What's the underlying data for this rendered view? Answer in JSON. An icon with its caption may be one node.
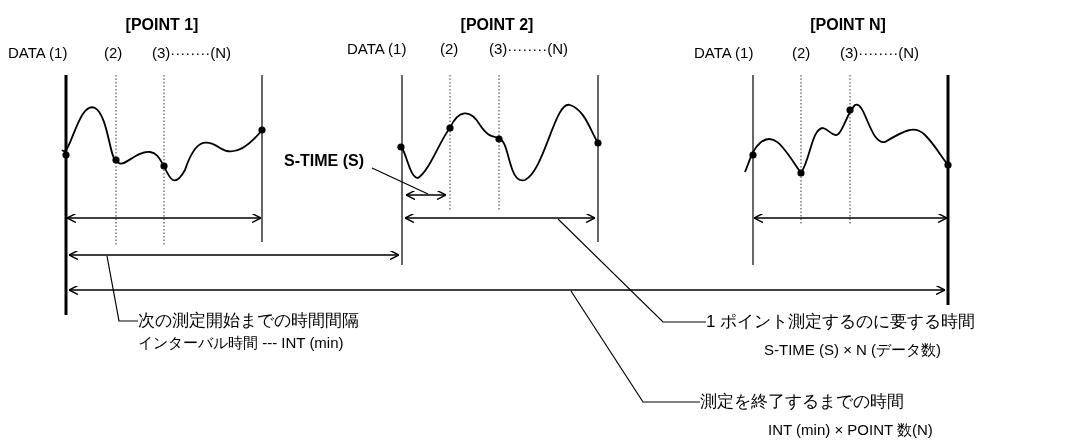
{
  "diagram": {
    "nodes": [
      {
        "text": [
          "S-TIME (S)"
        ]
      },
      {
        "text": [
          "次の測定開始までの時間間隔",
          "インターバル時間 --- INT (min)"
        ]
      },
      {
        "text": [
          "1 ポイント測定するのに要する時間",
          "S-TIME (S) × N (データ数)"
        ]
      },
      {
        "text": [
          "測定を終了するまでの時間",
          "INT (min) × POINT 数(N)"
        ]
      },
      {
        "text": [],
        "shape": "line"
      },
      {
        "text": [],
        "shape": "line"
      },
      {
        "text": [],
        "shape": "line"
      },
      {
        "text": [],
        "shape": "line"
      }
    ],
    "edges": [
      {
        "from": 0,
        "to": 4,
        "arrow": "none"
      },
      {
        "from": 1,
        "to": 6,
        "arrow": "none"
      },
      {
        "from": 2,
        "to": 5,
        "arrow": "none"
      },
      {
        "from": 3,
        "to": 7,
        "arrow": "none"
      }
    ],
    "labels": [
      "[POINT 1]",
      "[POINT 2]",
      "[POINT N]",
      "DATA (1)",
      "(2)",
      "(3)········(N)",
      "DATA (1)",
      "(2)",
      "(3)········(N)",
      "DATA (1)",
      "(2)",
      "(3)········(N)"
    ]
  }
}
